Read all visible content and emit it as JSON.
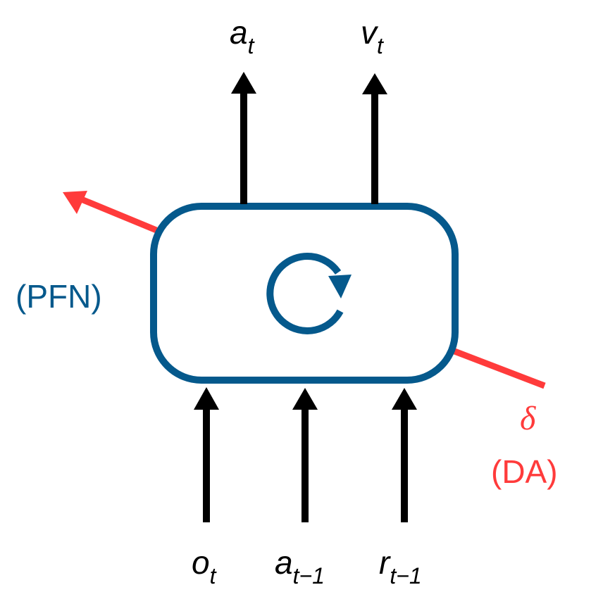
{
  "colors": {
    "box_stroke": "#05598c",
    "arrow_black": "#000000",
    "arrow_red": "#ff3b3b",
    "pfn_text": "#05598c",
    "da_text": "#ff3b3b"
  },
  "outputs": [
    {
      "symbol": "a",
      "subscript": "t"
    },
    {
      "symbol": "v",
      "subscript": "t"
    }
  ],
  "inputs": [
    {
      "symbol": "o",
      "subscript": "t"
    },
    {
      "symbol": "a",
      "subscript": "t−1"
    },
    {
      "symbol": "r",
      "subscript": "t−1"
    }
  ],
  "left_label": "(PFN)",
  "right_label": {
    "symbol": "δ",
    "name": "(DA)"
  },
  "center_icon": "recurrence-cycle-icon"
}
